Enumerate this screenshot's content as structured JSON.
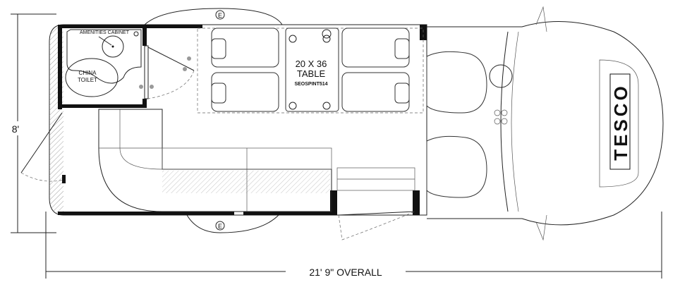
{
  "labels": {
    "amenities": "AMENITIES CABINET",
    "toilet_line1": "CHINA",
    "toilet_line2": "TOILET",
    "table_line1": "20 X 36",
    "table_line2": "TABLE",
    "table_code": "SEOSPINT514",
    "width_dim": "8'",
    "length_dim": "21' 9\" OVERALL",
    "exit_top": "E",
    "exit_bottom": "E"
  },
  "logo": {
    "text": "TESCO"
  },
  "colors": {
    "ink": "#111111",
    "background": "#ffffff"
  }
}
